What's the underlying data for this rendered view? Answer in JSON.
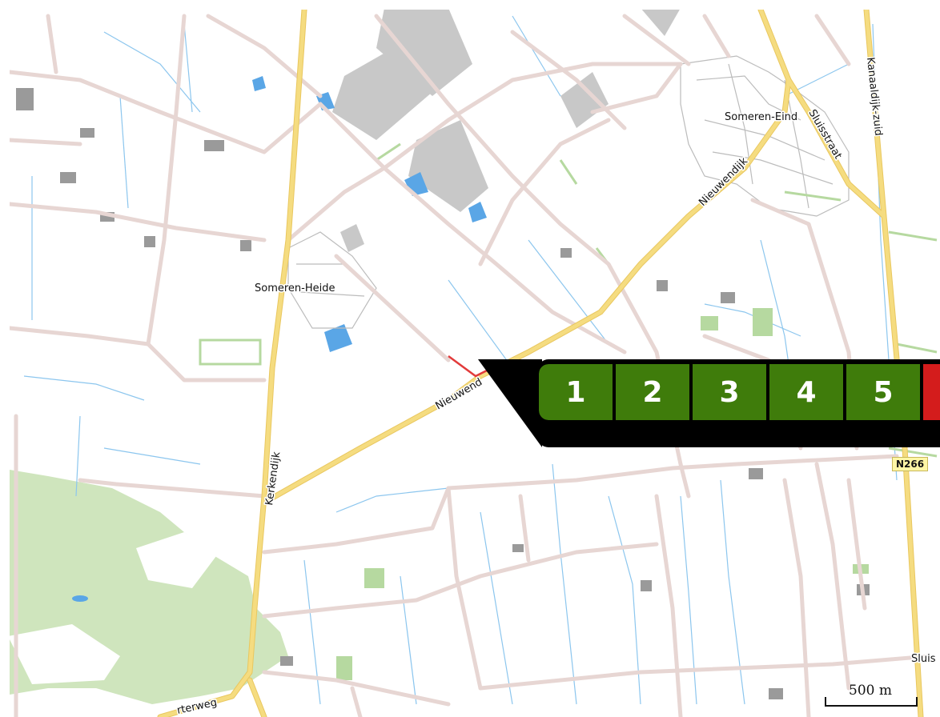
{
  "map": {
    "places": [
      "Someren-Heide",
      "Someren-Eind",
      "Sluis"
    ],
    "roads": [
      "Kerkendijk",
      "Nieuwendijk",
      "Nieuwend",
      "Sluisstraat",
      "Kanaaldijk-zuid",
      "rterweg"
    ],
    "route_number": "N266",
    "scale_label": "500 m"
  },
  "route_steps": [
    {
      "label": "1",
      "color": "#3f7c0b"
    },
    {
      "label": "2",
      "color": "#3f7c0b"
    },
    {
      "label": "3",
      "color": "#3f7c0b"
    },
    {
      "label": "4",
      "color": "#3f7c0b"
    },
    {
      "label": "5",
      "color": "#3f7c0b"
    }
  ],
  "colors": {
    "main_road": "#f5dc80",
    "minor_road": "#e7d6d3",
    "water": "#5aa6e6",
    "forest": "#cfe5bd",
    "industrial": "#c8c8c8",
    "route_highlight": "#e23b3b"
  }
}
